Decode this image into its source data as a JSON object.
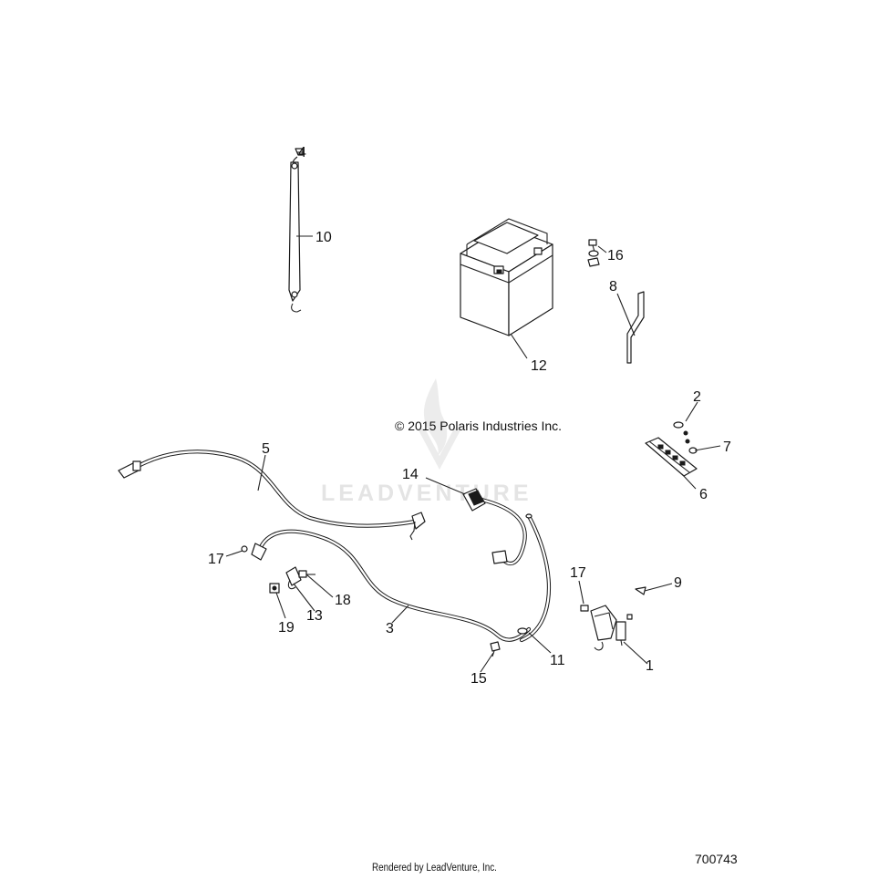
{
  "watermark": {
    "text": "LEADVENTURE"
  },
  "copyright": "© 2015 Polaris Industries Inc.",
  "footer": {
    "rendered_by": "Rendered by LeadVenture, Inc.",
    "diagram_number": "700743"
  },
  "callouts": {
    "c1": "1",
    "c2": "2",
    "c3": "3",
    "c4": "4",
    "c5": "5",
    "c6": "6",
    "c7": "7",
    "c8": "8",
    "c9": "9",
    "c10": "10",
    "c11": "11",
    "c12": "12",
    "c13": "13",
    "c14": "14",
    "c15": "15",
    "c16": "16",
    "c17a": "17",
    "c17b": "17",
    "c18": "18",
    "c19": "19"
  }
}
